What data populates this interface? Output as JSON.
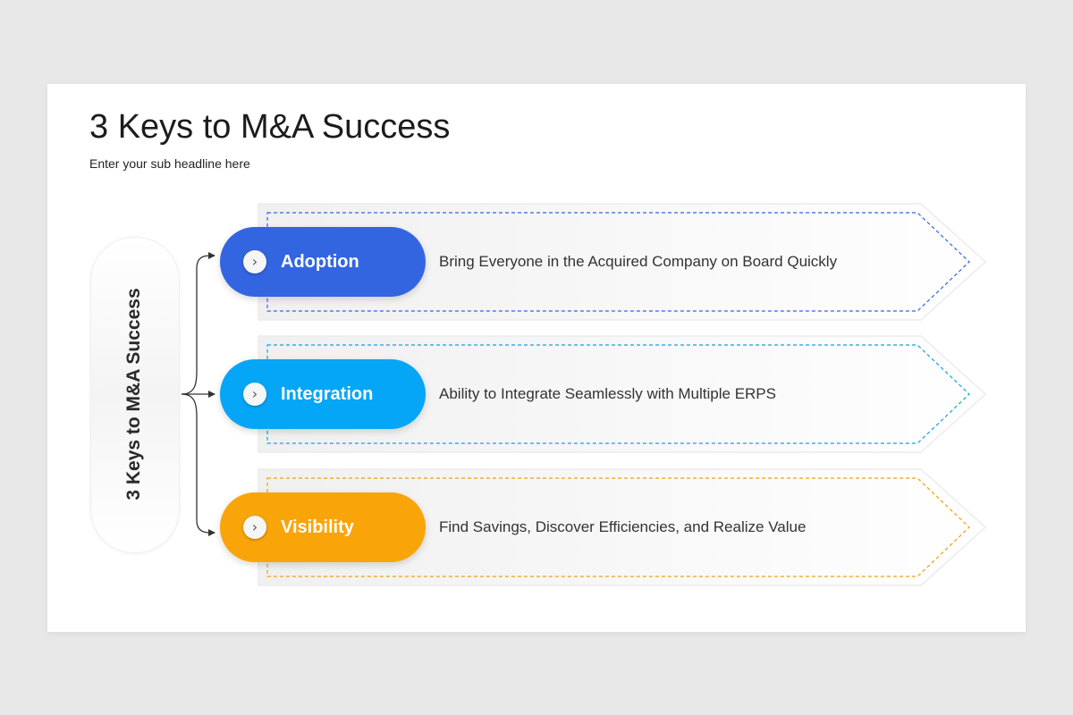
{
  "slide": {
    "title": "3 Keys to M&A Success",
    "subtitle": "Enter your sub headline here",
    "vertical_label": "3 Keys to M&A Success"
  },
  "colors": {
    "adoption": "#3465e0",
    "integration": "#06a6f7",
    "visibility": "#f9a50a"
  },
  "keys": [
    {
      "label": "Adoption",
      "description": "Bring Everyone in the Acquired Company on Board Quickly",
      "color": "#3465e0",
      "dash_color": "#3465e0",
      "icon": "chevron-right-icon"
    },
    {
      "label": "Integration",
      "description": "Ability to Integrate Seamlessly with Multiple ERPS",
      "color": "#06a6f7",
      "dash_color": "#12a3dc",
      "icon": "chevron-right-icon"
    },
    {
      "label": "Visibility",
      "description": "Find Savings, Discover Efficiencies, and Realize Value",
      "color": "#f9a50a",
      "dash_color": "#eaa20e",
      "icon": "chevron-right-icon"
    }
  ]
}
